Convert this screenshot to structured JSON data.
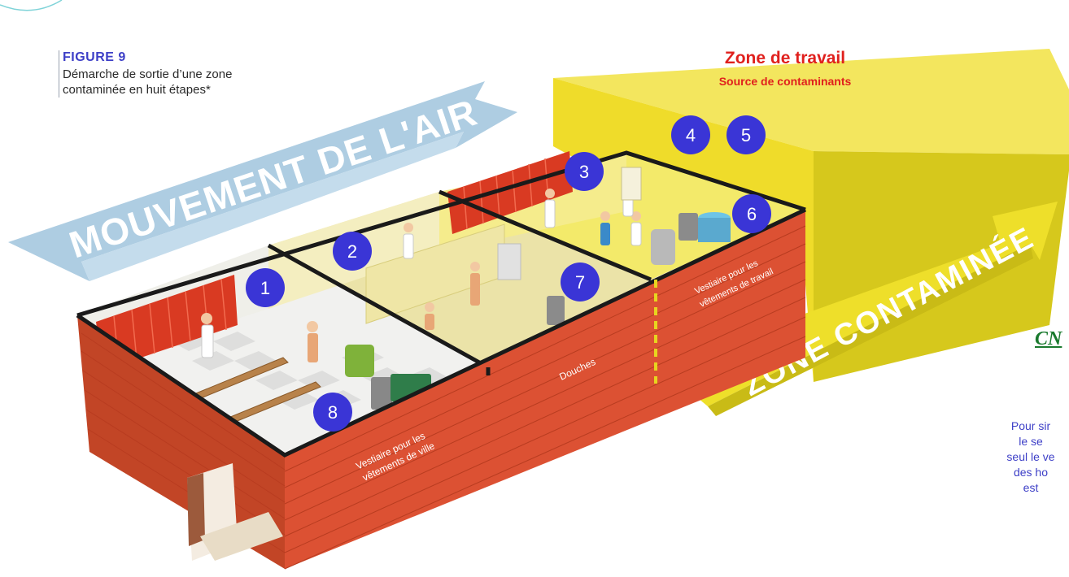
{
  "figure": {
    "label": "FIGURE 9",
    "description": "Démarche de sortie d’une zone contaminée en huit étapes*"
  },
  "work_zone": {
    "title": "Zone de travail",
    "subtitle": "Source de contaminants"
  },
  "arrows": {
    "air": "MOUVEMENT DE L'AIR",
    "contaminated": "ZONE CONTAMINÉE"
  },
  "rooms": {
    "city_clothes": [
      "Vestiaire pour les",
      "vêtements de ville"
    ],
    "showers": "Douches",
    "work_clothes": [
      "Vestiaire pour les",
      "vêtements de travail"
    ]
  },
  "steps": [
    "1",
    "2",
    "3",
    "4",
    "5",
    "6",
    "7",
    "8"
  ],
  "side_note": [
    "Pour sir",
    "le se",
    "seul le ve",
    "des ho",
    "est"
  ],
  "logo_text": "CN",
  "colors": {
    "accent_blue": "#3d3fc7",
    "step_circle": "#3a35d6",
    "work_zone_yellow": "#f5e54a",
    "wall_brick": "#d9492e",
    "title_red": "#e0201d",
    "air_arrow": "#aecde2"
  }
}
